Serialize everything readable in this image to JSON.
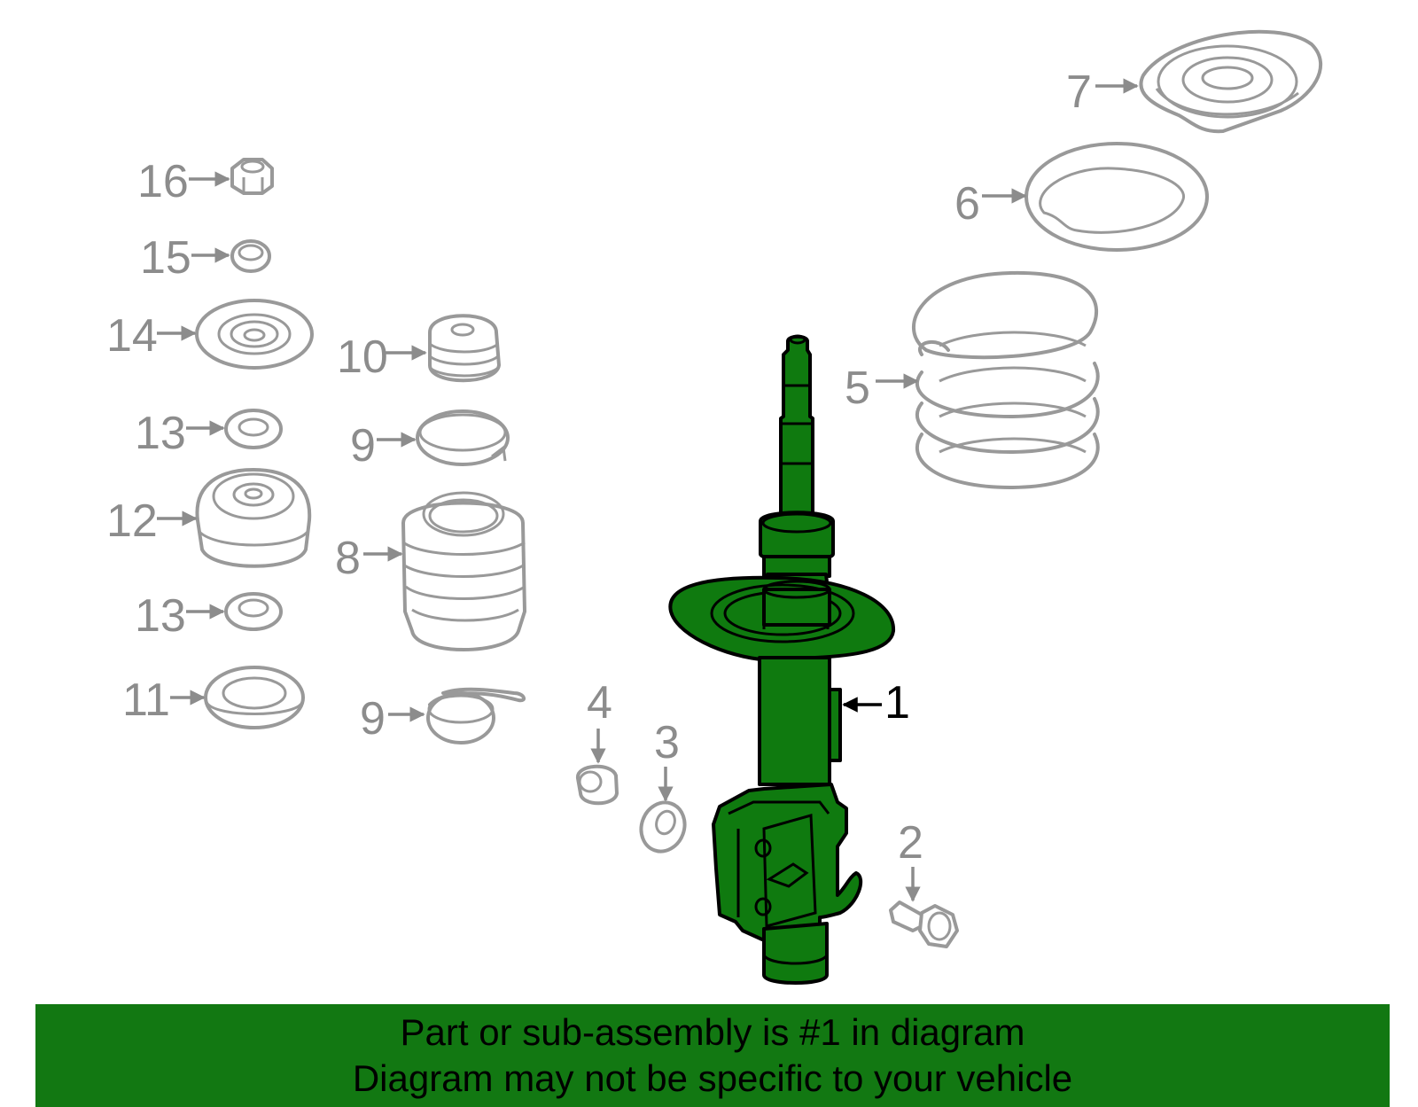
{
  "callouts": {
    "c1": "1",
    "c2": "2",
    "c3": "3",
    "c4": "4",
    "c5": "5",
    "c6": "6",
    "c7": "7",
    "c8": "8",
    "c9a": "9",
    "c9b": "9",
    "c10": "10",
    "c11": "11",
    "c12": "12",
    "c13a": "13",
    "c13b": "13",
    "c14": "14",
    "c15": "15",
    "c16": "16"
  },
  "highlight_color": "#127812",
  "banner": {
    "line1": "Part or sub-assembly is #1 in diagram",
    "line2": "Diagram may not be specific to your vehicle"
  }
}
